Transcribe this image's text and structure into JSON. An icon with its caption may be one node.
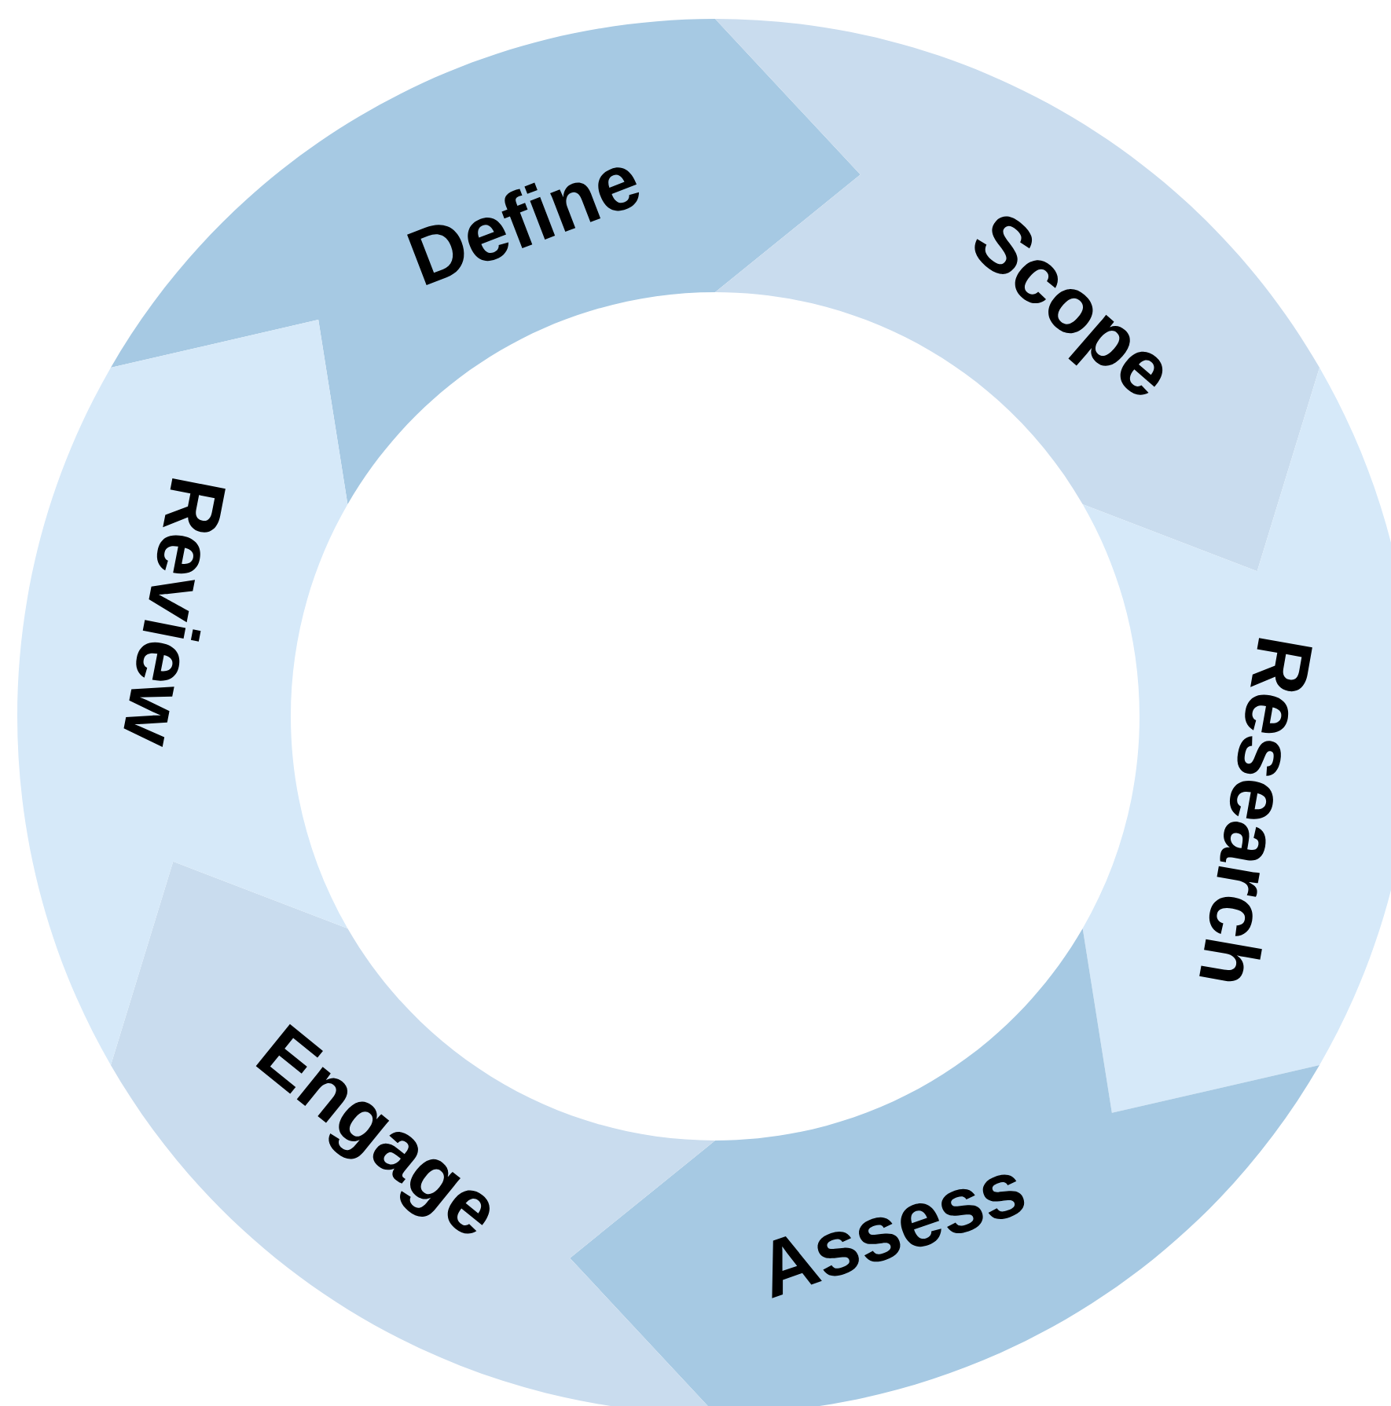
{
  "diagram": {
    "nodes": [
      {
        "text": [
          "Define"
        ]
      },
      {
        "text": [
          "Scope"
        ]
      },
      {
        "text": [
          "Research"
        ]
      },
      {
        "text": [
          "Assess"
        ]
      },
      {
        "text": [
          "Engage"
        ]
      },
      {
        "text": [
          "Review"
        ]
      }
    ]
  }
}
